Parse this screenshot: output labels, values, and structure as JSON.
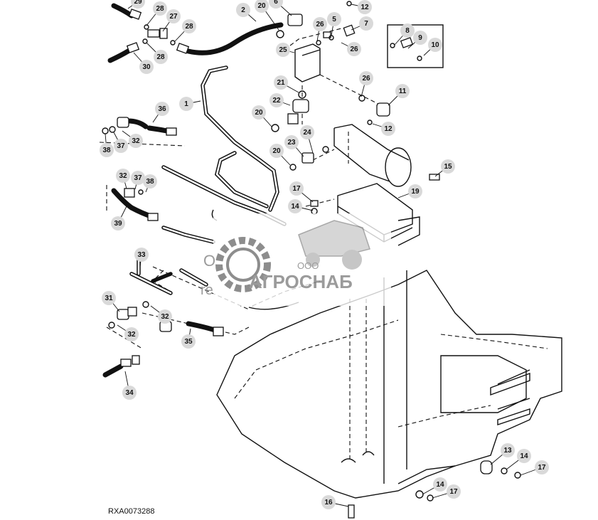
{
  "figure": {
    "reference_code": "RXA0073288"
  },
  "watermark": {
    "prefix": "ООО",
    "brand": "АГРОСНАБ",
    "fragment_left": "O",
    "fragment_left2": "re"
  },
  "callouts": [
    {
      "n": "29"
    },
    {
      "n": "28"
    },
    {
      "n": "27"
    },
    {
      "n": "28"
    },
    {
      "n": "28"
    },
    {
      "n": "30"
    },
    {
      "n": "2"
    },
    {
      "n": "20"
    },
    {
      "n": "6"
    },
    {
      "n": "12"
    },
    {
      "n": "5"
    },
    {
      "n": "26"
    },
    {
      "n": "7"
    },
    {
      "n": "25"
    },
    {
      "n": "26"
    },
    {
      "n": "8"
    },
    {
      "n": "9"
    },
    {
      "n": "10"
    },
    {
      "n": "1"
    },
    {
      "n": "21"
    },
    {
      "n": "26"
    },
    {
      "n": "11"
    },
    {
      "n": "22"
    },
    {
      "n": "20"
    },
    {
      "n": "12"
    },
    {
      "n": "36"
    },
    {
      "n": "24"
    },
    {
      "n": "23"
    },
    {
      "n": "20"
    },
    {
      "n": "32"
    },
    {
      "n": "38"
    },
    {
      "n": "37"
    },
    {
      "n": "15"
    },
    {
      "n": "32"
    },
    {
      "n": "37"
    },
    {
      "n": "38"
    },
    {
      "n": "17"
    },
    {
      "n": "19"
    },
    {
      "n": "14"
    },
    {
      "n": "39"
    },
    {
      "n": "33"
    },
    {
      "n": "31"
    },
    {
      "n": "32"
    },
    {
      "n": "32"
    },
    {
      "n": "35"
    },
    {
      "n": "34"
    },
    {
      "n": "13"
    },
    {
      "n": "14"
    },
    {
      "n": "17"
    },
    {
      "n": "14"
    },
    {
      "n": "17"
    },
    {
      "n": "16"
    }
  ]
}
